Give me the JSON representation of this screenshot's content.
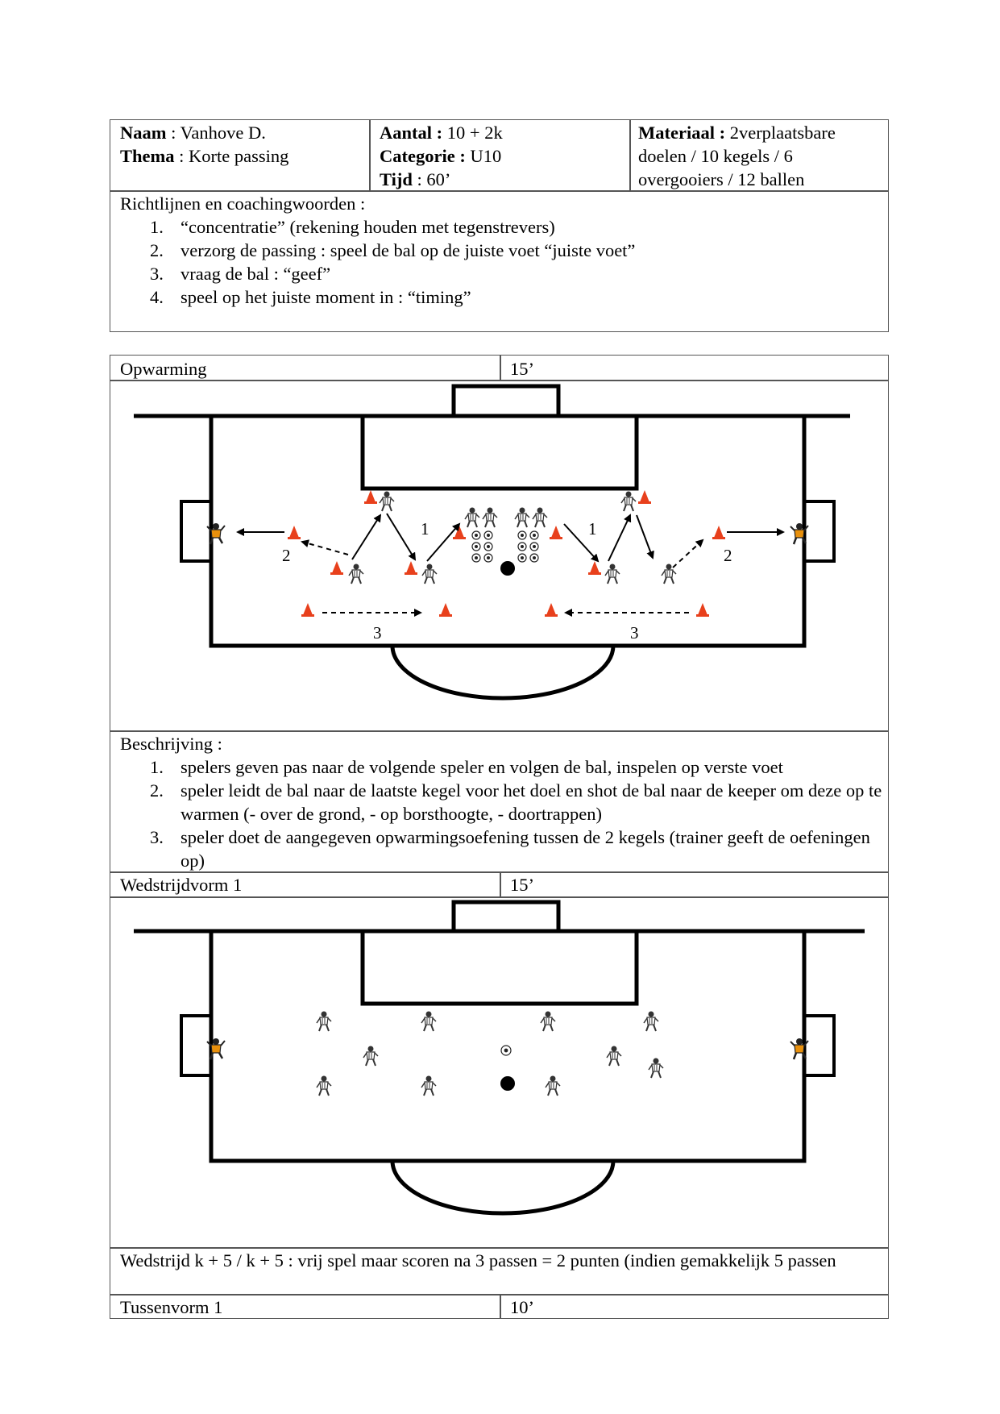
{
  "header": {
    "name_label": "Naam",
    "name_value": " : Vanhove D.",
    "theme_label": "Thema",
    "theme_value": " : Korte passing",
    "count_label": "Aantal :",
    "count_value": " 10 + 2k",
    "category_label": "Categorie :",
    "category_value": " U10",
    "time_label": "Tijd",
    "time_value": " : 60’",
    "material_label": "Materiaal :",
    "material_line1": " 2verplaatsbare",
    "material_line2": "doelen / 10 kegels / 6",
    "material_line3": "overgooiers / 12 ballen"
  },
  "guidelines": {
    "title": "Richtlijnen en coachingwoorden :",
    "items": [
      {
        "num": "1.",
        "text": "“concentratie” (rekening houden met tegenstrevers)"
      },
      {
        "num": "2.",
        "text": "verzorg de passing : speel de bal op de juiste voet “juiste voet”"
      },
      {
        "num": "3.",
        "text": "vraag de bal :  “geef”"
      },
      {
        "num": "4.",
        "text": "speel op het juiste moment in : “timing”"
      }
    ]
  },
  "warmup": {
    "title": "Opwarming",
    "duration": "15’",
    "diagram_labels": {
      "pass": "1",
      "shot": "2",
      "run": "3"
    },
    "description_title": "Beschrijving :",
    "description": [
      {
        "num": "1.",
        "text": "spelers geven pas naar de volgende speler en volgen de bal, inspelen op verste voet"
      },
      {
        "num": "2.",
        "text": "speler leidt de bal naar de laatste kegel voor het doel en shot de bal naar de keeper om deze op te warmen (- over de grond, - op borsthoogte, - doortrappen)"
      },
      {
        "num": "3.",
        "text": "speler doet de aangegeven opwarmingsoefening tussen de 2 kegels (trainer geeft de oefeningen op)"
      }
    ]
  },
  "match1": {
    "title": "Wedstrijdvorm 1",
    "duration": "15’",
    "description": "Wedstrijd k + 5 / k + 5 : vrij spel maar scoren na 3 passen = 2 punten (indien gemakkelijk 5 passen"
  },
  "interim": {
    "title": "Tussenvorm 1",
    "duration": "10’"
  },
  "colors": {
    "cone": "#e8401c",
    "keeper": "#e8900c",
    "line": "#000000",
    "border": "#555555"
  }
}
